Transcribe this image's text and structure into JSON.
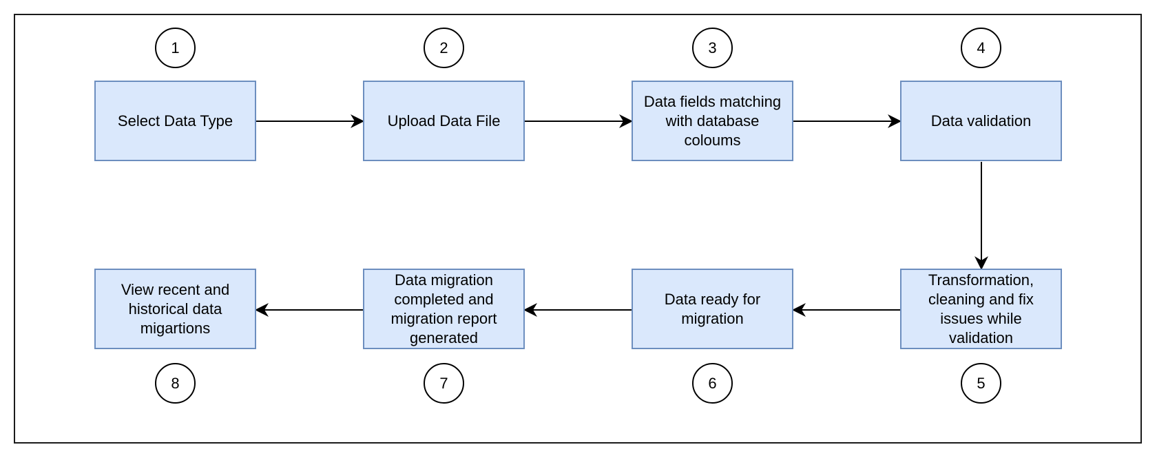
{
  "diagram": {
    "steps": [
      {
        "number": "1",
        "label": "Select Data Type"
      },
      {
        "number": "2",
        "label": "Upload Data File"
      },
      {
        "number": "3",
        "label": "Data fields matching with database coloums"
      },
      {
        "number": "4",
        "label": "Data validation"
      },
      {
        "number": "5",
        "label": "Transformation, cleaning and fix issues while validation"
      },
      {
        "number": "6",
        "label": "Data ready for migration"
      },
      {
        "number": "7",
        "label": "Data migration completed and migration report generated"
      },
      {
        "number": "8",
        "label": "View recent and historical data migartions"
      }
    ],
    "colors": {
      "box_fill": "#dae8fc",
      "box_border": "#6c8ebf",
      "line": "#000000"
    }
  }
}
